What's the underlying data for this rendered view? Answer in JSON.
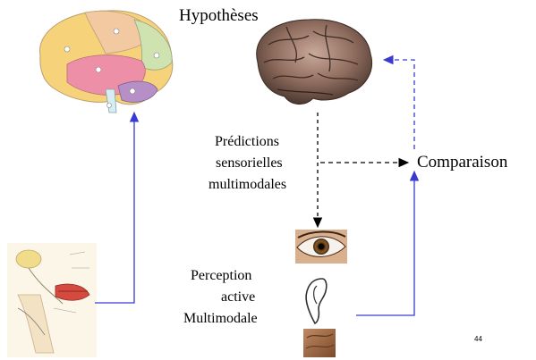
{
  "texts": {
    "hypotheses": "Hypothèses",
    "predictions_line1": "Prédictions",
    "predictions_line2": "sensorielles",
    "predictions_line3": "multimodales",
    "comparison": "Comparaison",
    "perception_line1": "Perception",
    "perception_line2": "active",
    "perception_line3": "Multimodale",
    "page_number": "44"
  },
  "colors": {
    "arrow_blue": "#3a3ad0",
    "arrow_black": "#000000"
  },
  "icons": {
    "atlas_brain": "colored-brain-lobes-image",
    "real_brain": "brain-photo-image",
    "body_figure": "muscle-spindle-anatomy-image",
    "eye": "eye-image",
    "ear": "ear-image",
    "touch": "skin-touch-image"
  }
}
